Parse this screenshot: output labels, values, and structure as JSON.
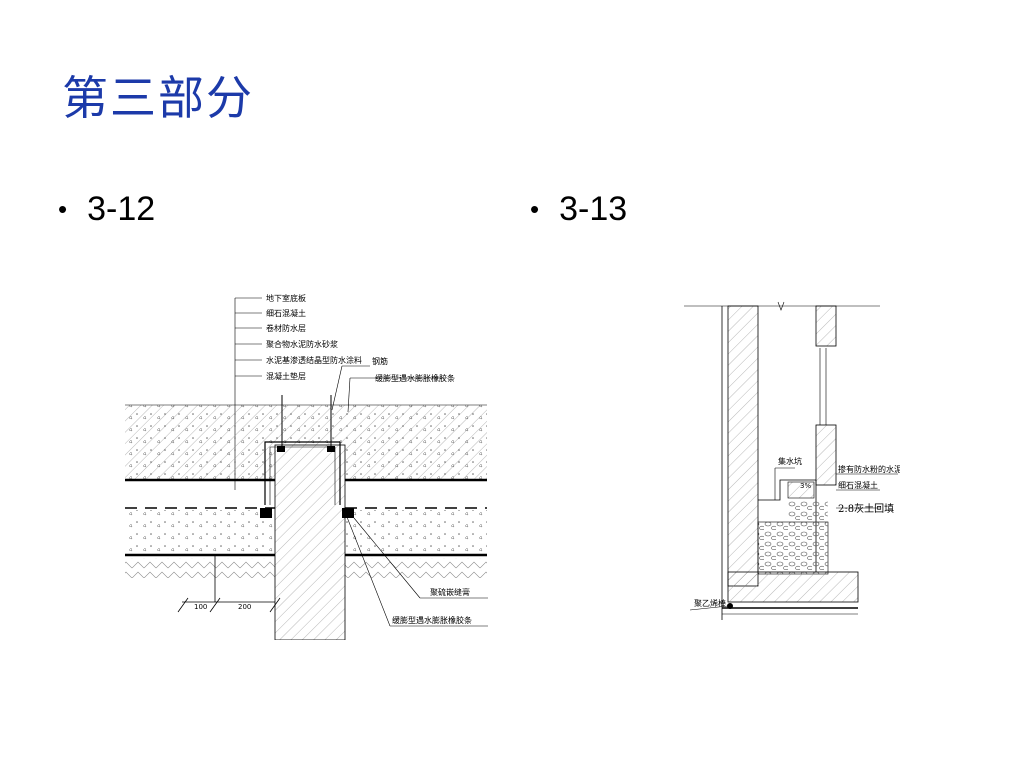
{
  "title": "第三部分",
  "bullets": [
    {
      "symbol": "•",
      "text": "3-12"
    },
    {
      "symbol": "•",
      "text": "3-13"
    }
  ],
  "diagram_3_12": {
    "labels": [
      "地下室底板",
      "细石混凝土",
      "卷材防水层",
      "聚合物水泥防水砂浆",
      "水泥基渗透结晶型防水涂料",
      "混凝土垫层",
      "钢筋",
      "缓膨型遇水膨胀橡胶条",
      "聚硫嵌缝膏",
      "缓膨型遇水膨胀橡胶条"
    ],
    "dims": [
      "100",
      "200"
    ]
  },
  "diagram_3_13": {
    "labels": [
      "集水坑",
      "掺有防水粉的水泥砂浆",
      "细石混凝土",
      "2:8灰土回填",
      "聚乙烯棒"
    ],
    "slope": "3%"
  }
}
